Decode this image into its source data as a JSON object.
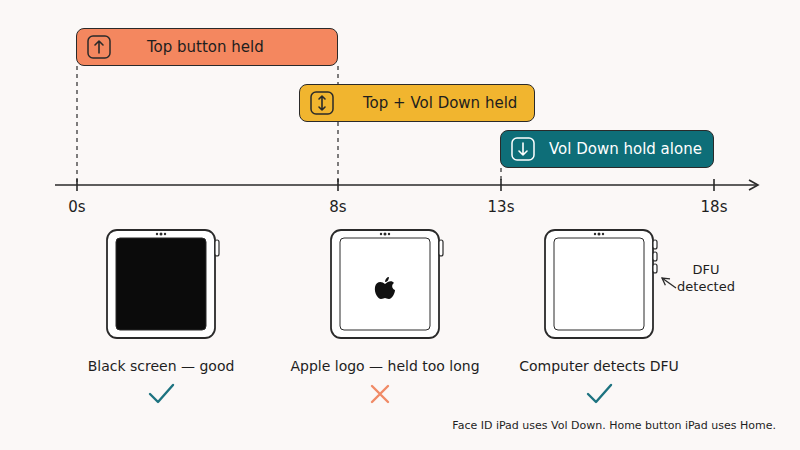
{
  "diagram": {
    "nodes": [
      {
        "text": [
          "Top button held"
        ]
      },
      {
        "text": [
          "Top + Vol Down held"
        ]
      },
      {
        "text": [
          "Vol Down hold alone"
        ]
      }
    ],
    "labels": [
      "0s",
      "8s",
      "13s",
      "18s",
      "Black screen — good",
      "Apple logo — held too long",
      "Computer detects DFU",
      "DFU detected",
      "Face ID iPad uses Vol Down. Home button iPad uses Home."
    ]
  }
}
